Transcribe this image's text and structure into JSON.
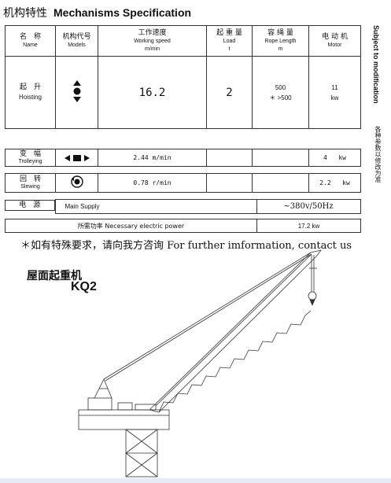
{
  "title": {
    "cn": "机构特性",
    "en": "Mechanisms Specification"
  },
  "headers": [
    {
      "cn": "名　称",
      "en": "Name"
    },
    {
      "cn": "机构代号",
      "en": "Models"
    },
    {
      "cn": "工作速度",
      "en": "Working speed",
      "unit": "m/min"
    },
    {
      "cn": "起 重 量",
      "en": "Load",
      "unit": "t"
    },
    {
      "cn": "容 绳 量",
      "en": "Rope Length",
      "unit": "m"
    },
    {
      "cn": "电 动 机",
      "en": "Motor"
    }
  ],
  "rows": {
    "hoisting": {
      "cn": "起　升",
      "en": "Hoisting",
      "speed": "16.2",
      "load": "2",
      "rope1": "500",
      "rope2": "＊ >500",
      "motor": "11",
      "motor_unit": "kw",
      "icon": "hoisting-symbol-icon"
    },
    "trolleying": {
      "cn": "变　幅",
      "en": "Trolleying",
      "speed": "2.44 m/min",
      "motor": "4",
      "motor_unit": "kw",
      "icon": "trolley-arrows-icon"
    },
    "slewing": {
      "cn": "回　转",
      "en": "Slewing",
      "speed": "0.78 r/min",
      "motor": "2.2",
      "motor_unit": "kw",
      "icon": "slewing-symbol-icon"
    }
  },
  "main_supply": {
    "cn": "电　源",
    "en": "Main Supply",
    "value": "~380v/50Hz"
  },
  "power": {
    "label": "所需功率 Necessary electric power",
    "value": "17.2 kw"
  },
  "side_note": {
    "en": "Subject to modification",
    "cn": "各种参数以修改为准"
  },
  "info_line": "＊如有特殊要求，请向我方咨询 For further imformation, contact us",
  "model": {
    "cn": "屋面起重机",
    "code": "KQ2"
  },
  "colors": {
    "line": "#333333",
    "bottom_strip": "#e6ecf5"
  }
}
